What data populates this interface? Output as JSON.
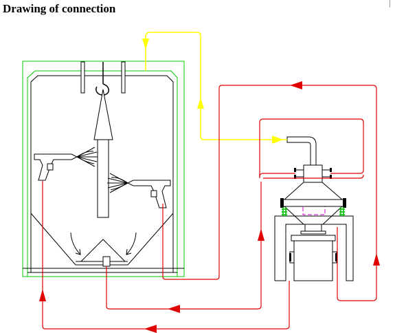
{
  "header": {
    "title": "Drawing of connection"
  },
  "colors": {
    "booth_outline": "#00c800",
    "return_line": "#e00000",
    "supply_line": "#ffff00",
    "equipment": "#000000",
    "hopper_window": "#c800c8",
    "support_legs": "#00c000"
  },
  "components": {
    "spray_booth": "spray-booth",
    "spray_gun_left": "spray-gun",
    "spray_gun_right": "spray-gun",
    "cyclone_feeder": "powder-feeder",
    "powder_container": "powder-container"
  }
}
